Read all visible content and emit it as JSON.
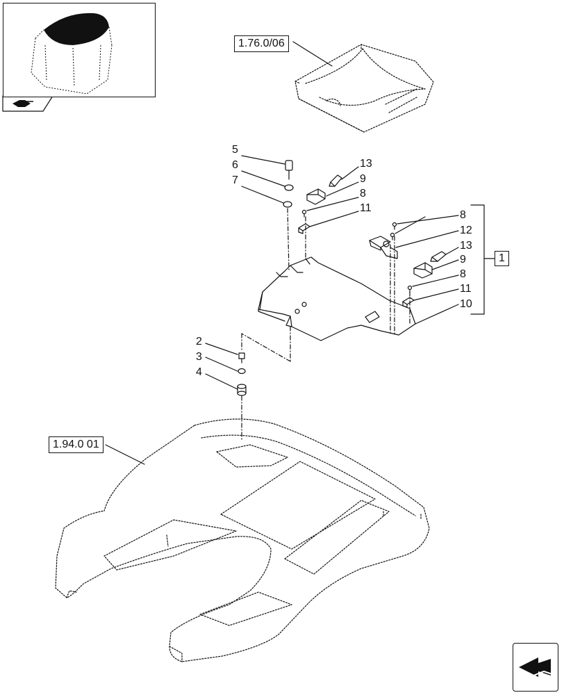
{
  "references": {
    "roof_cover": "1.76.0/06",
    "cab_frame": "1.94.0 01",
    "kit": "1"
  },
  "callouts": {
    "c5": "5",
    "c6": "6",
    "c7": "7",
    "c13a": "13",
    "c9a": "9",
    "c8a": "8",
    "c11a": "11",
    "c8b": "8",
    "c12": "12",
    "c13b": "13",
    "c9b": "9",
    "c8c": "8",
    "c11b": "11",
    "c10": "10",
    "c2": "2",
    "c3": "3",
    "c4": "4"
  },
  "icons": {
    "thumbnail": "tractor-cab-roof-thumbnail-icon",
    "view_tab": "pointing-hand-icon",
    "next_page": "next-page-arrow-icon"
  },
  "colors": {
    "ink": "#111111",
    "paper": "#ffffff"
  }
}
